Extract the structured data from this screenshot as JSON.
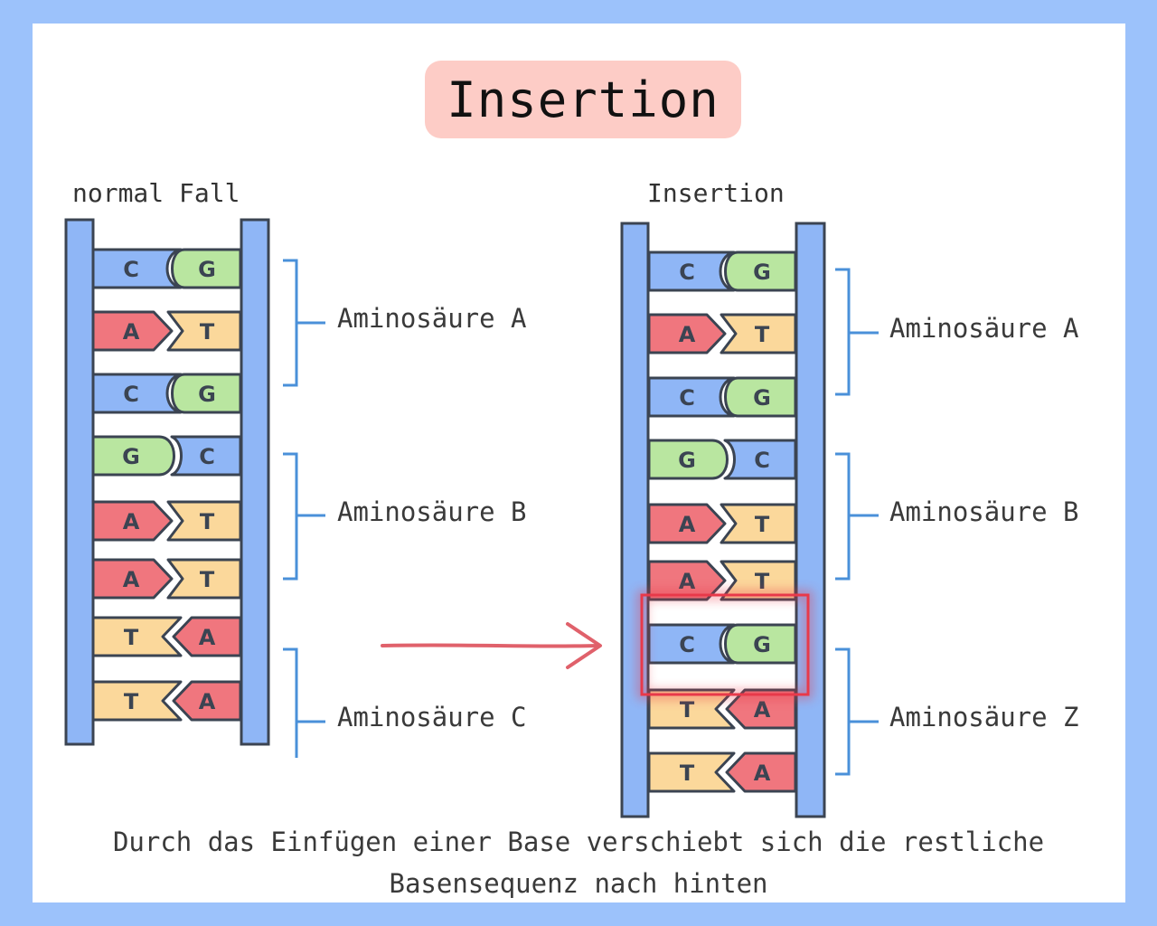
{
  "title": "Insertion",
  "left": {
    "heading": "normal Fall",
    "pairs": [
      {
        "left": "C",
        "right": "G"
      },
      {
        "left": "A",
        "right": "T"
      },
      {
        "left": "C",
        "right": "G"
      },
      {
        "left": "G",
        "right": "C"
      },
      {
        "left": "A",
        "right": "T"
      },
      {
        "left": "A",
        "right": "T"
      },
      {
        "left": "T",
        "right": "A"
      },
      {
        "left": "T",
        "right": "A"
      }
    ],
    "aminos": [
      "Aminosäure A",
      "Aminosäure B",
      "Aminosäure C"
    ]
  },
  "right": {
    "heading": "Insertion",
    "pairs": [
      {
        "left": "C",
        "right": "G"
      },
      {
        "left": "A",
        "right": "T"
      },
      {
        "left": "C",
        "right": "G"
      },
      {
        "left": "G",
        "right": "C"
      },
      {
        "left": "A",
        "right": "T"
      },
      {
        "left": "A",
        "right": "T"
      },
      {
        "left": "C",
        "right": "G"
      },
      {
        "left": "T",
        "right": "A"
      },
      {
        "left": "T",
        "right": "A"
      }
    ],
    "inserted_index": 6,
    "aminos": [
      "Aminosäure A",
      "Aminosäure B",
      "Aminosäure Z"
    ]
  },
  "caption_line1": "Durch das Einfügen einer Base verschiebt sich die restliche",
  "caption_line2": "Basensequenz nach hinten",
  "colors": {
    "background": "#9cc2fb",
    "strand": "#8fb6f6",
    "C": "#8fb6f6",
    "G": "#b9e6a0",
    "A": "#f0767e",
    "T": "#fbd89b",
    "bracket": "#4a90d9",
    "arrow": "#e0616b",
    "highlight": "#e8394a",
    "title_bg": "#fdccc6"
  }
}
